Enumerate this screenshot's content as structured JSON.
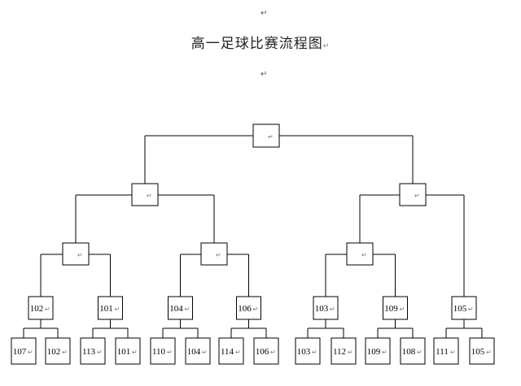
{
  "document": {
    "title": "高一足球比赛流程图",
    "return_mark": "↵"
  },
  "bracket": {
    "round4_matches": [
      [
        "107",
        "102"
      ],
      [
        "113",
        "101"
      ],
      [
        "110",
        "104"
      ],
      [
        "114",
        "106"
      ],
      [
        "103",
        "112"
      ],
      [
        "109",
        "108"
      ],
      [
        "111",
        "105"
      ]
    ],
    "round3_winners": [
      "102",
      "101",
      "104",
      "106",
      "103",
      "109",
      "105"
    ],
    "round2": [
      "",
      "",
      "",
      ""
    ],
    "semifinal": [
      "",
      ""
    ],
    "final": [
      ""
    ]
  }
}
